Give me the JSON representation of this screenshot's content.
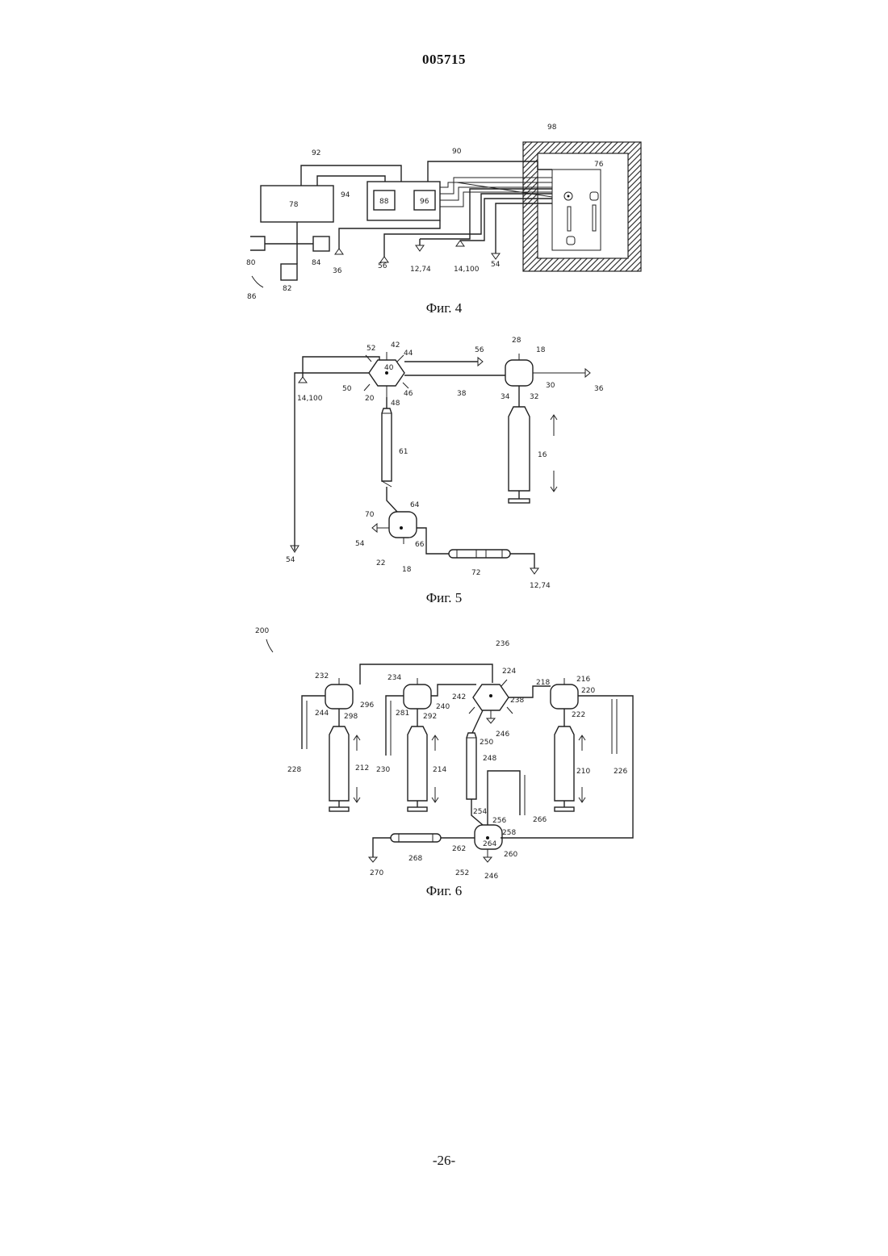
{
  "page": {
    "header": "005715",
    "footer": "-26-"
  },
  "figures": [
    {
      "caption": "Фиг. 4",
      "labels": [
        "92",
        "90",
        "98",
        "76",
        "78",
        "94",
        "88",
        "96",
        "80",
        "84",
        "82",
        "86",
        "36",
        "56",
        "12,74",
        "14,100",
        "54"
      ]
    },
    {
      "caption": "Фиг. 5",
      "labels": [
        "52",
        "42",
        "44",
        "40",
        "56",
        "28",
        "18",
        "50",
        "20",
        "48",
        "46",
        "38",
        "34",
        "32",
        "30",
        "36",
        "14,100",
        "61",
        "16",
        "64",
        "70",
        "54",
        "22",
        "66",
        "18",
        "72",
        "12,74",
        "54"
      ]
    },
    {
      "caption": "Фиг. 6",
      "labels": [
        "200",
        "236",
        "224",
        "232",
        "234",
        "216",
        "296",
        "240",
        "242",
        "238",
        "220",
        "218",
        "244",
        "298",
        "281",
        "292",
        "246",
        "222",
        "250",
        "248",
        "228",
        "212",
        "230",
        "214",
        "210",
        "226",
        "266",
        "256",
        "258",
        "254",
        "264",
        "262",
        "260",
        "268",
        "270",
        "252",
        "246"
      ]
    }
  ]
}
